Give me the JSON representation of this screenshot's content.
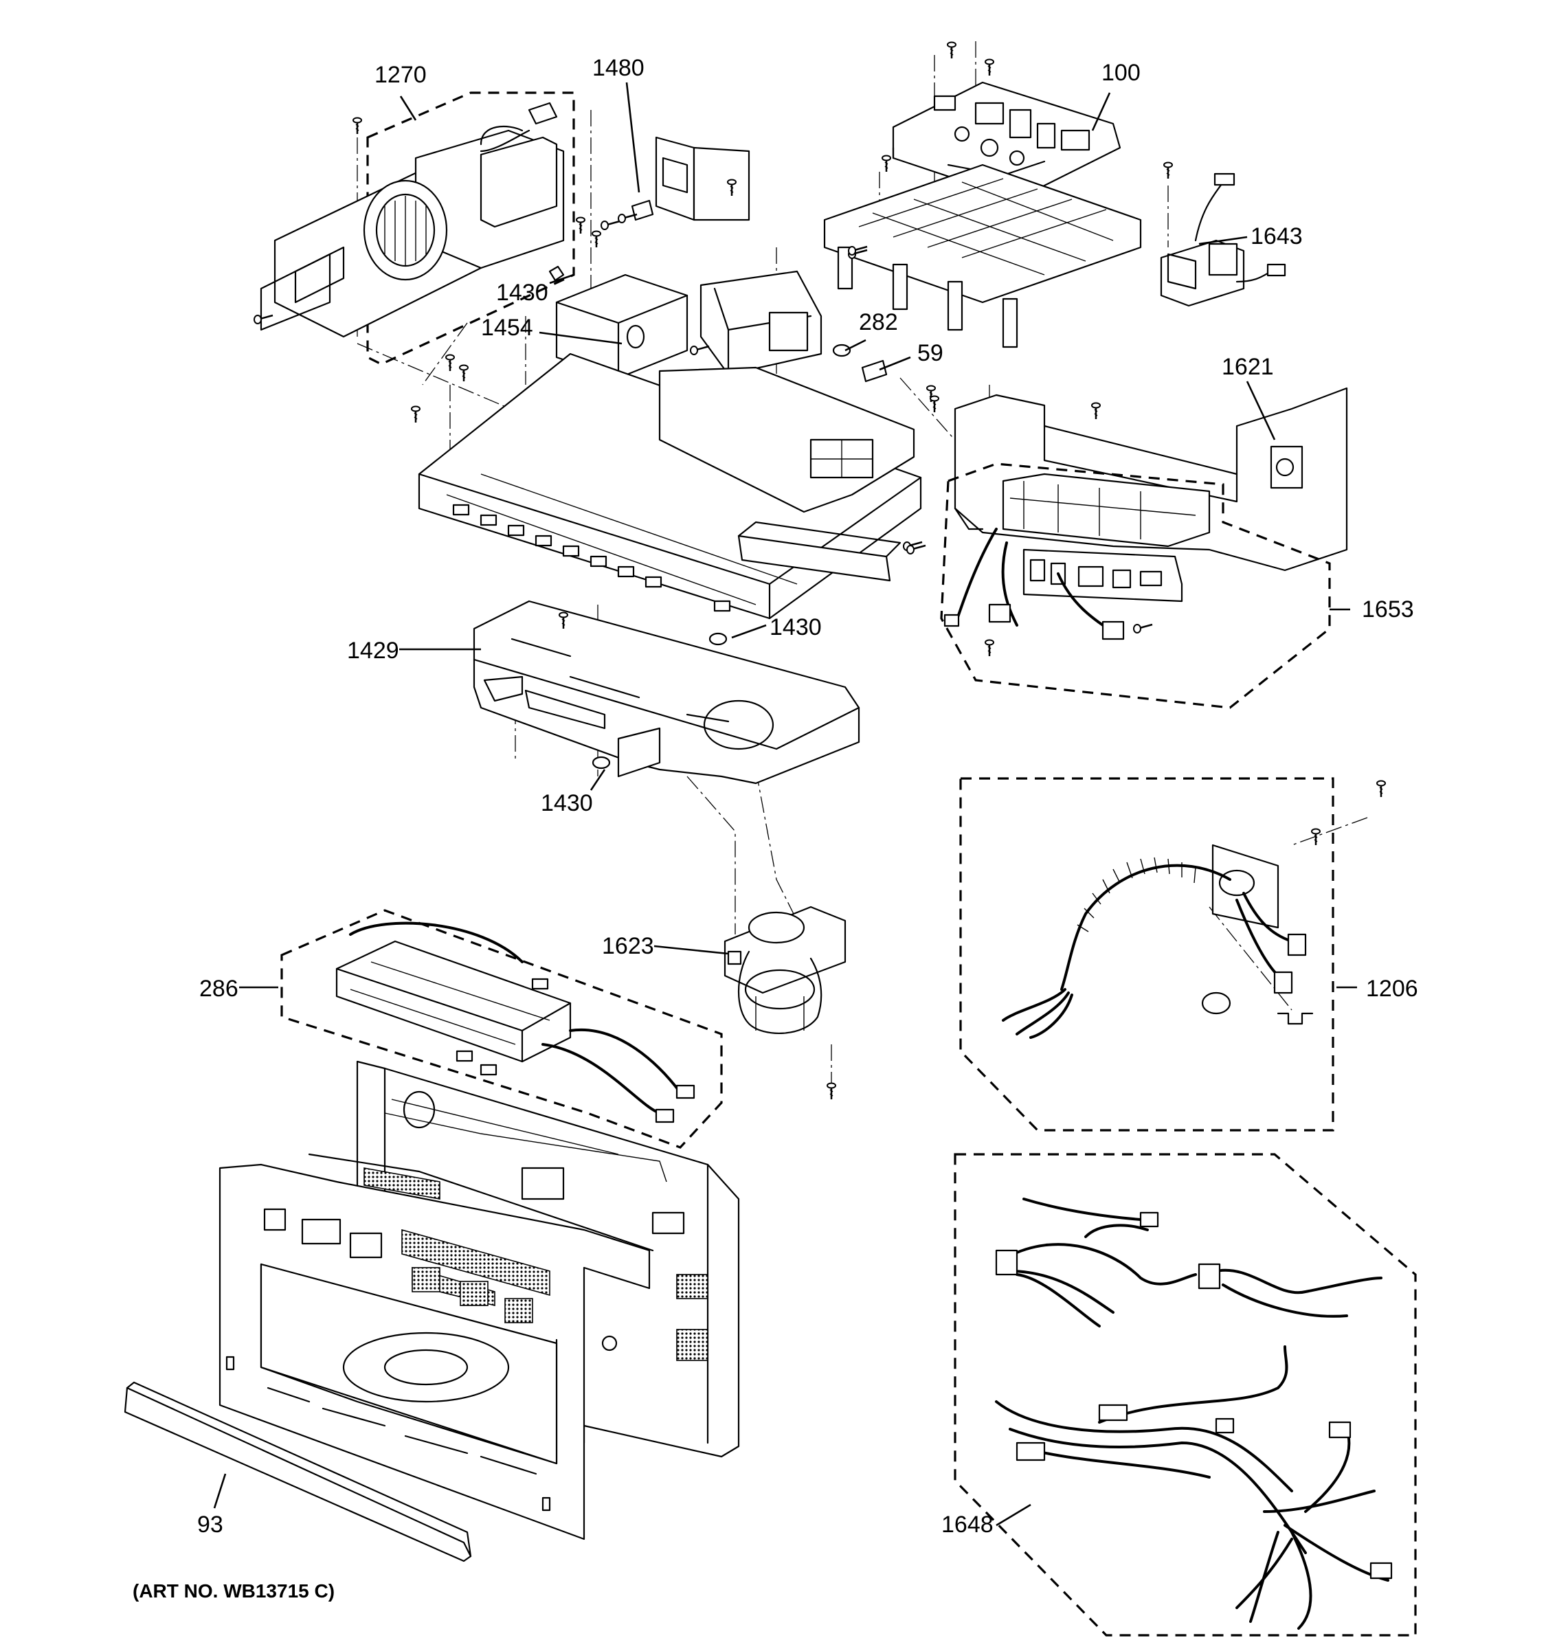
{
  "diagram": {
    "callouts": {
      "c1270": "1270",
      "c1480": "1480",
      "c100": "100",
      "c1643": "1643",
      "c1430a": "1430",
      "c1454": "1454",
      "c282": "282",
      "c59": "59",
      "c1621": "1621",
      "c1653": "1653",
      "c1429": "1429",
      "c1430b": "1430",
      "c1430c": "1430",
      "c1623": "1623",
      "c286": "286",
      "c1206": "1206",
      "c93": "93",
      "c1648": "1648"
    },
    "art_number": "(ART NO. WB13715 C)"
  }
}
